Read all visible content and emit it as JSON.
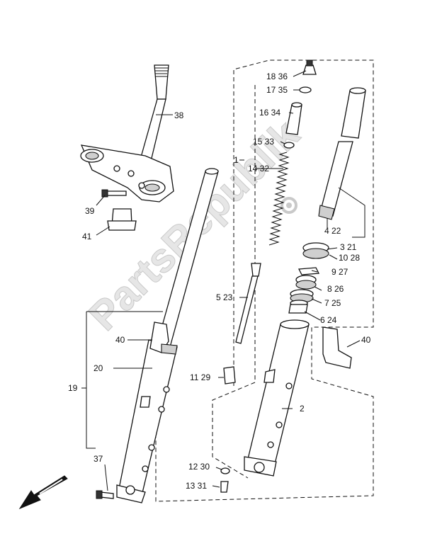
{
  "watermark": "PartsRepublik",
  "colors": {
    "line": "#111111",
    "watermark": "#cfcfcf",
    "background": "#ffffff"
  },
  "callouts": {
    "c1": "1",
    "c2": "2",
    "c4_22": "4  22",
    "c3_21": "3 21",
    "c5_23": "5  23",
    "c6_24": "6  24",
    "c7_25": "7  25",
    "c8_26": "8  26",
    "c9_27": "9  27",
    "c10_28": "10 28",
    "c11_29": "11 29",
    "c12_30": "12 30",
    "c13_31": "13 31",
    "c14_32": "14  32",
    "c15_33": "15  33",
    "c16_34": "16  34",
    "c17_35": "17  35",
    "c18_36": "18  36",
    "c19": "19",
    "c20": "20",
    "c37": "37",
    "c38": "38",
    "c39": "39",
    "c40_left": "40",
    "c40_right": "40",
    "c41": "41"
  },
  "icons": {
    "direction": "arrow-front-icon"
  }
}
